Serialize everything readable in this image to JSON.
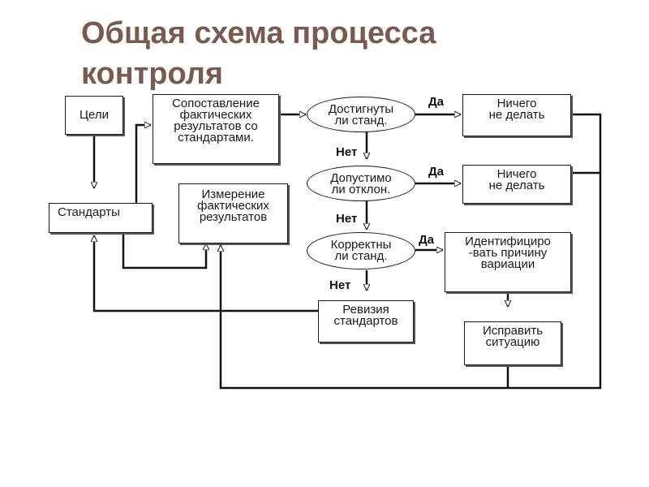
{
  "title": {
    "line1": "Общая схема процесса",
    "line2": "контроля"
  },
  "nodes": {
    "goals": "Цели",
    "compare": "Сопоставление\nфактических\nрезультатов со\nстандартами.",
    "standards": "Стандарты",
    "measure": "Измерение\nфактических\nрезультатов",
    "achieved": "Достигнуты\nли станд.",
    "acceptable": "Допустимо\nли отклон.",
    "correct": "Корректны\nли станд.",
    "nothing1": "Ничего\nне делать",
    "nothing2": "Ничего\nне делать",
    "identify": "Идентифициро\n-вать причину\nвариации",
    "revise": "Ревизия\nстандартов",
    "fix": "Исправить\nситуацию"
  },
  "labels": {
    "yes1": "Да",
    "yes2": "Да",
    "yes3": "Да",
    "no1": "Нет",
    "no2": "Нет",
    "no3": "Нет"
  }
}
